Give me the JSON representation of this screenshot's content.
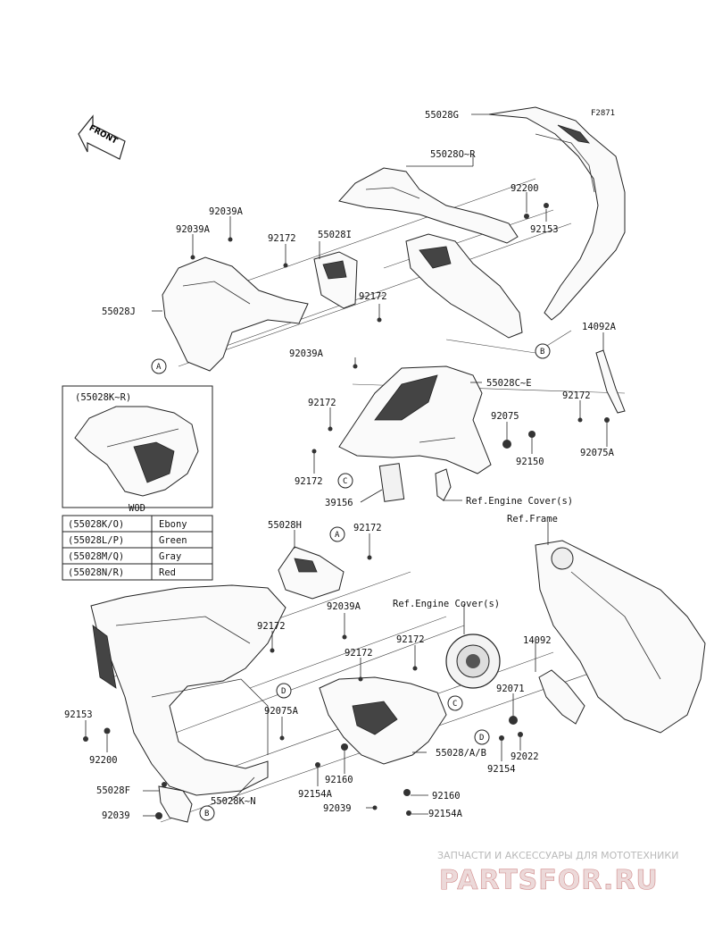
{
  "figure_id": "F2871",
  "direction_label": "FRONT",
  "part_labels": {
    "p55028G": "55028G",
    "p55028O_R": "55028O~R",
    "p92200_top": "92200",
    "p92153_top": "92153",
    "p92039A_a": "92039A",
    "p92039A_b": "92039A",
    "p55028I": "55028I",
    "p92172_a": "92172",
    "p92172_b": "92172",
    "p55028J": "55028J",
    "p14092A": "14092A",
    "p92039A_c": "92039A",
    "p55028C_E": "55028C~E",
    "p92172_c": "92172",
    "p92172_d": "92172",
    "p92075": "92075",
    "p92075A_a": "92075A",
    "p92150": "92150",
    "p92172_e": "92172",
    "p39156": "39156",
    "p55028H": "55028H",
    "p92172_f": "92172",
    "p92039A_d": "92039A",
    "p92172_g": "92172",
    "p92172_h": "92172",
    "p92172_i": "92172",
    "p14092": "14092",
    "p92071": "92071",
    "p92075A_b": "92075A",
    "p92153_bottom": "92153",
    "p92200_bottom": "92200",
    "p55028F": "55028F",
    "p92039_bottom": "92039",
    "p55028K_N": "55028K~N",
    "p92160_a": "92160",
    "p92154A_a": "92154A",
    "p55028AB": "55028/A/B",
    "p92022": "92022",
    "p92154": "92154",
    "p92160_b": "92160",
    "p92039_c": "92039",
    "p92154A_b": "92154A"
  },
  "references": {
    "engine_cover_1": "Ref.Engine Cover(s)",
    "frame": "Ref.Frame",
    "engine_cover_2": "Ref.Engine Cover(s)"
  },
  "callouts": {
    "a1": "A",
    "a2": "A",
    "b1": "B",
    "b2": "B",
    "c1": "C",
    "c2": "C",
    "d1": "D",
    "d2": "D"
  },
  "inset": {
    "label": "(55028K~R)",
    "wod": "WOD"
  },
  "color_table": [
    {
      "part": "(55028K/O)",
      "color": "Ebony"
    },
    {
      "part": "(55028L/P)",
      "color": "Green"
    },
    {
      "part": "(55028M/Q)",
      "color": "Gray"
    },
    {
      "part": "(55028N/R)",
      "color": "Red"
    }
  ],
  "watermark": {
    "tagline": "ЗАПЧАСТИ И АКСЕССУАРЫ ДЛЯ МОТОТЕХНИКИ",
    "brand": "PARTSFOR.RU"
  }
}
